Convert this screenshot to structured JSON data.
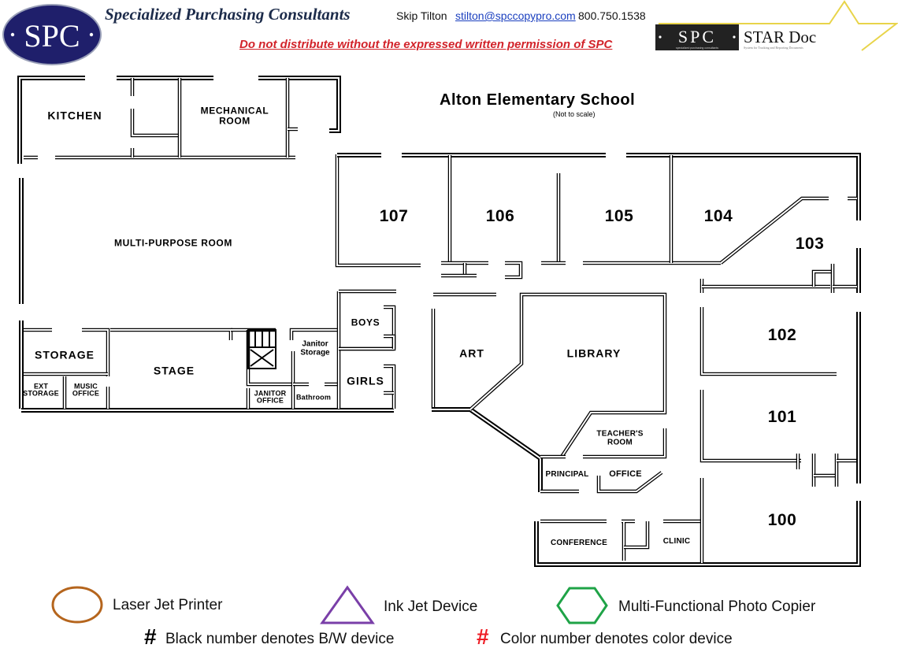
{
  "header": {
    "logo_text": "SPC",
    "company_name": "Specialized Purchasing Consultants",
    "contact_name": "Skip Tilton",
    "contact_email": "stilton@spccopypro.com",
    "contact_phone": "800.750.1538",
    "warning": "Do not distribute without the expressed written permission of SPC",
    "stardoc_logo": {
      "left_text": "SPC",
      "left_subtext": "specialized purchasing consultants",
      "right_text": "STAR Doc",
      "right_subtext": "System for Tracking and Reporting Documents"
    }
  },
  "plan": {
    "title": "Alton Elementary School",
    "scale_note": "(Not to scale)",
    "rooms": {
      "kitchen": "KITCHEN",
      "mechanical": [
        "MECHANICAL",
        "ROOM"
      ],
      "multipurpose": "MULTI-PURPOSE ROOM",
      "storage": "STORAGE",
      "ext_storage": [
        "EXT",
        "STORAGE"
      ],
      "music_office": [
        "MUSIC",
        "OFFICE"
      ],
      "stage": "STAGE",
      "janitor_office": [
        "JANITOR",
        "OFFICE"
      ],
      "janitor_storage": [
        "Janitor",
        "Storage"
      ],
      "bathroom": "Bathroom",
      "boys": "BOYS",
      "girls": "GIRLS",
      "r107": "107",
      "r106": "106",
      "r105": "105",
      "r104": "104",
      "r103": "103",
      "r102": "102",
      "r101": "101",
      "r100": "100",
      "art": "ART",
      "library": "LIBRARY",
      "teachers_room": [
        "TEACHER'S",
        "ROOM"
      ],
      "principal": "PRINCIPAL",
      "office": "OFFICE",
      "conference": "CONFERENCE",
      "clinic": "CLINIC"
    }
  },
  "legend": {
    "items": [
      {
        "shape": "circle-icon",
        "label": "Laser Jet Printer",
        "color": "#b5651d"
      },
      {
        "shape": "triangle-icon",
        "label": "Ink Jet Device",
        "color": "#7a3fa8"
      },
      {
        "shape": "hexagon-icon",
        "label": "Multi-Functional Photo Copier",
        "color": "#1fa347"
      }
    ],
    "notes": [
      {
        "symbol": "#",
        "label": "Black number denotes B/W device",
        "color": "#000000"
      },
      {
        "symbol": "#",
        "label": "Color number denotes color device",
        "color": "#ee1c24"
      }
    ]
  },
  "colors": {
    "brand_navy": "#1f1f6b",
    "warning_red": "#d2232a",
    "star_yellow": "#e8d44a"
  }
}
